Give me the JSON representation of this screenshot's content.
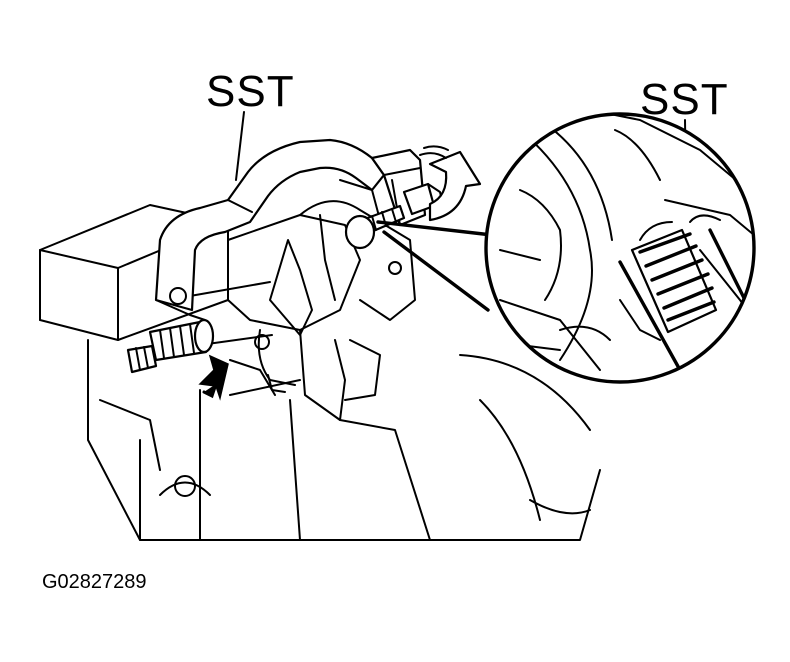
{
  "labels": {
    "tool_left": "SST",
    "tool_right": "SST"
  },
  "figure_code": "G02827289",
  "icons": [
    "rotation-arrow-icon",
    "push-arrow-icon"
  ]
}
